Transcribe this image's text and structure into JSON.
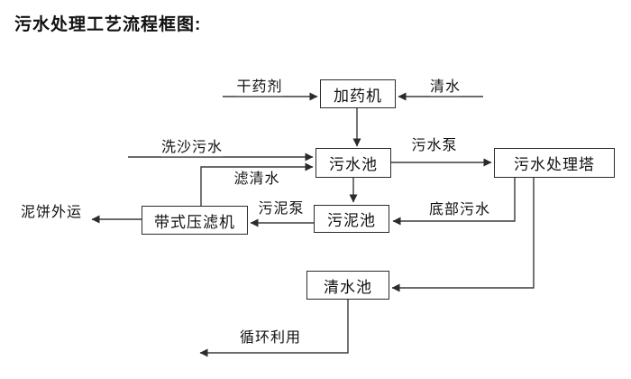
{
  "title": "污水处理工艺流程框图:",
  "diagram": {
    "type": "flowchart",
    "nodes": {
      "dosing_machine": {
        "label": "加药机"
      },
      "sewage_pool": {
        "label": "污水池"
      },
      "treatment_tower": {
        "label": "污水处理塔"
      },
      "belt_filter_press": {
        "label": "带式压滤机"
      },
      "sludge_pool": {
        "label": "污泥池"
      },
      "clean_water_pool": {
        "label": "清水池"
      }
    },
    "edge_labels": {
      "dry_chemical": "干药剂",
      "clean_water": "清水",
      "sand_washing_sewage": "洗沙污水",
      "filtered_water": "滤清水",
      "sewage_pump": "污水泵",
      "sludge_pump": "污泥泵",
      "bottom_sewage": "底部污水",
      "mud_cake_out": "泥饼外运",
      "recycle": "循环利用"
    },
    "edges": [
      {
        "from": "dry_chemical_source",
        "to": "dosing_machine",
        "label": "干药剂"
      },
      {
        "from": "clean_water_source",
        "to": "dosing_machine",
        "label": "清水"
      },
      {
        "from": "dosing_machine",
        "to": "sewage_pool",
        "label": ""
      },
      {
        "from": "sand_washing_source",
        "to": "sewage_pool",
        "label": "洗沙污水"
      },
      {
        "from": "belt_filter_press",
        "to": "sewage_pool",
        "label": "滤清水"
      },
      {
        "from": "sewage_pool",
        "to": "treatment_tower",
        "label": "污水泵"
      },
      {
        "from": "sewage_pool",
        "to": "sludge_pool",
        "label": ""
      },
      {
        "from": "treatment_tower",
        "to": "sludge_pool",
        "label": "底部污水"
      },
      {
        "from": "sludge_pool",
        "to": "belt_filter_press",
        "label": "污泥泵"
      },
      {
        "from": "belt_filter_press",
        "to": "mud_cake_out",
        "label": "泥饼外运"
      },
      {
        "from": "treatment_tower",
        "to": "clean_water_pool",
        "label": ""
      },
      {
        "from": "clean_water_pool",
        "to": "recycle_out",
        "label": "循环利用"
      }
    ],
    "colors": {
      "background": "#ffffff",
      "line": "#3a3a3a",
      "box_border": "#2b2b2b",
      "text": "#111111"
    }
  }
}
